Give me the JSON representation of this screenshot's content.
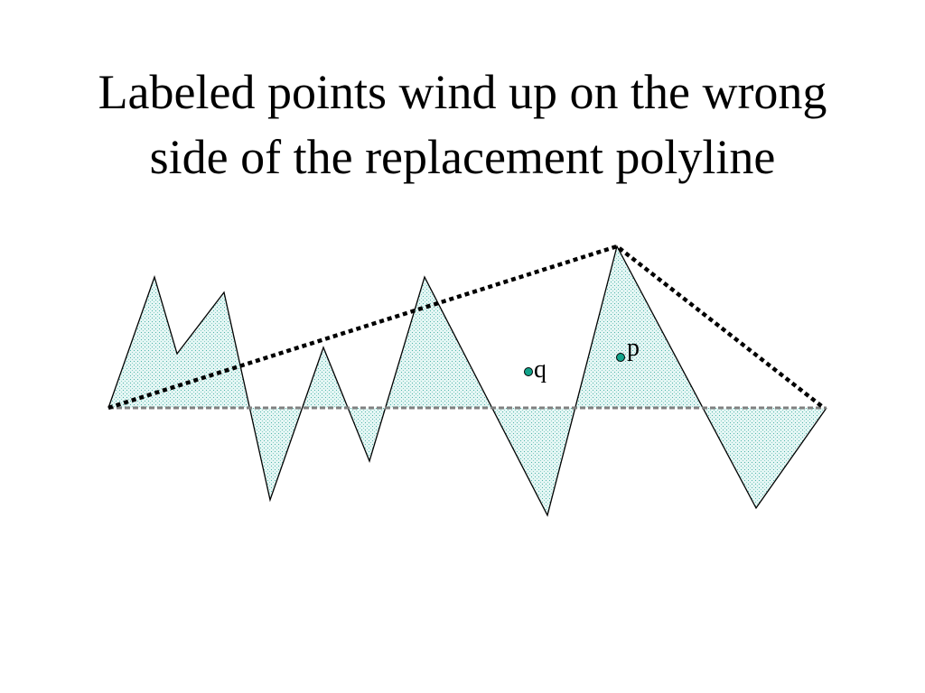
{
  "slide": {
    "title_lines": [
      "Labeled points wind up on the wrong",
      "side of the replacement polyline"
    ]
  },
  "diagram": {
    "point_labels": {
      "q": "q",
      "p": "p"
    },
    "colors": {
      "fill": "#e4f6f4",
      "dot_pattern": "#4fb3a9",
      "outline": "#000000",
      "baseline": "#808080",
      "replacement_polyline": "#000000",
      "point_fill": "#12a38a"
    }
  }
}
